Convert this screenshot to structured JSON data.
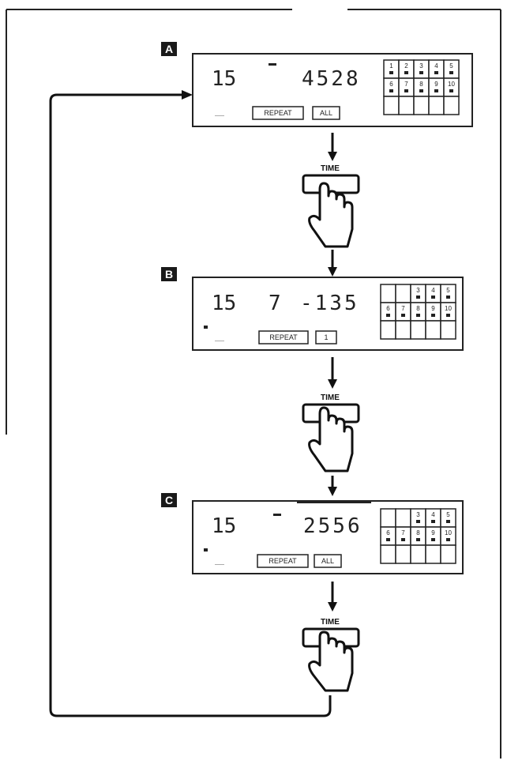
{
  "panels": [
    {
      "badge": "A",
      "disk": "15",
      "time": "4528",
      "mode": "REPEAT",
      "sub": "ALL",
      "grid": [
        [
          "1",
          "2",
          "3",
          "4",
          "5"
        ],
        [
          "6",
          "7",
          "8",
          "9",
          "10"
        ],
        [
          "",
          "",
          "",
          "",
          ""
        ]
      ]
    },
    {
      "badge": "B",
      "disk": "15",
      "track": "7",
      "time": "-135",
      "mode": "REPEAT",
      "sub": "1",
      "grid": [
        [
          "",
          "",
          "3",
          "4",
          "5"
        ],
        [
          "6",
          "7",
          "8",
          "9",
          "10"
        ],
        [
          "",
          "",
          "",
          "",
          ""
        ]
      ]
    },
    {
      "badge": "C",
      "disk": "15",
      "time": "2556",
      "mode": "REPEAT",
      "sub": "ALL",
      "grid": [
        [
          "",
          "",
          "3",
          "4",
          "5"
        ],
        [
          "6",
          "7",
          "8",
          "9",
          "10"
        ],
        [
          "",
          "",
          "",
          "",
          ""
        ]
      ]
    }
  ],
  "button_label": "TIME",
  "colors": {
    "ink": "#111111",
    "badge": "#1a1a1a"
  }
}
